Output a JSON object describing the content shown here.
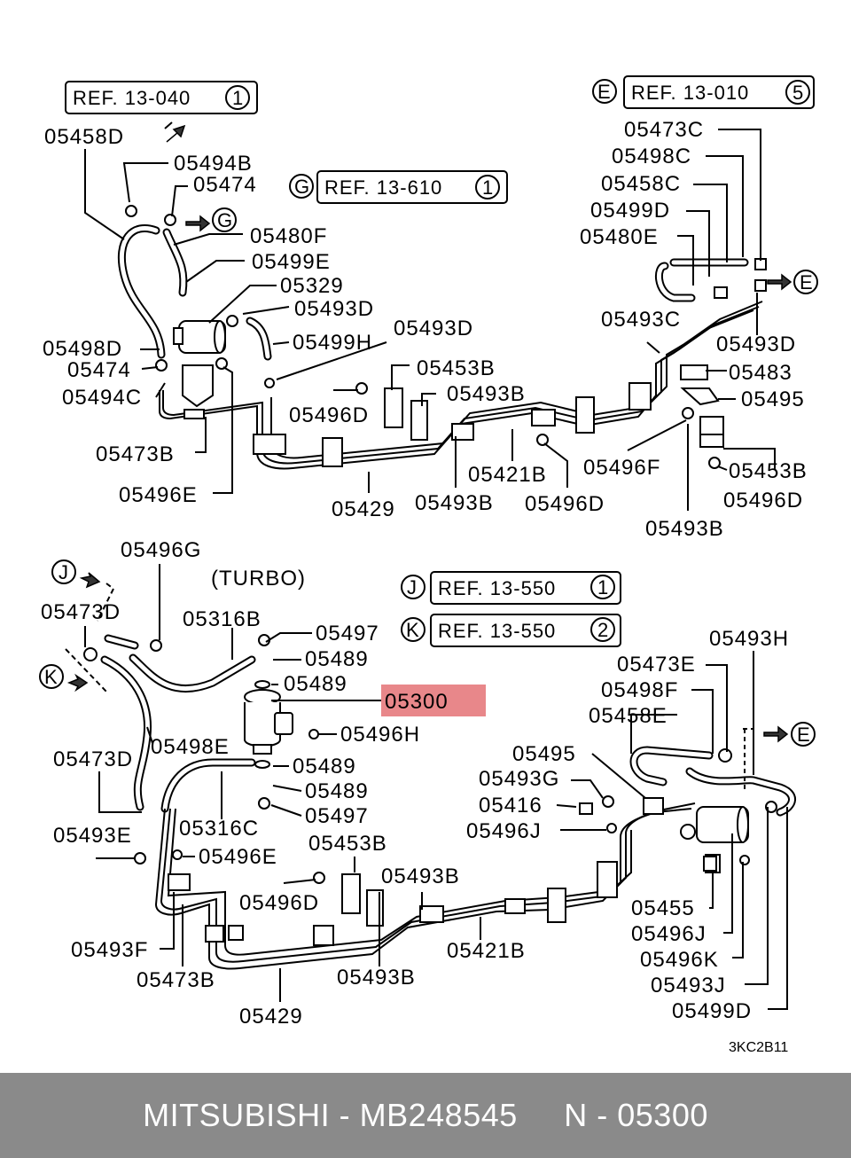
{
  "refs": {
    "r1": {
      "box": "REF. 13-040",
      "num": "1",
      "letter": ""
    },
    "r2": {
      "box": "REF. 13-010",
      "num": "5",
      "letter": "E"
    },
    "r3": {
      "box": "REF. 13-610",
      "num": "1",
      "letter": "G"
    },
    "r4": {
      "box": "REF. 13-550",
      "num": "1",
      "letter": "J"
    },
    "r5": {
      "box": "REF. 13-550",
      "num": "2",
      "letter": "K"
    }
  },
  "markers": {
    "g": "G",
    "e1": "E",
    "e2": "E",
    "j": "J",
    "k": "K"
  },
  "variant": "(TURBO)",
  "highlight": {
    "label": "05300",
    "color": "#e8878a"
  },
  "top_labels": {
    "l1": "05458D",
    "l2": "05494B",
    "l3": "05474",
    "l4": "05480F",
    "l5": "05499E",
    "l6": "05329",
    "l7": "05493D",
    "l8": "05499H",
    "l9": "05493D",
    "l10": "05498D",
    "l11": "05474",
    "l12": "05494C",
    "l13": "05453B",
    "l14": "05493B",
    "l15": "05496D",
    "l16": "05473B",
    "l17": "05496E",
    "l18": "05429",
    "l19": "05493B",
    "l20": "05421B",
    "l21": "05496D",
    "l22": "05473C",
    "l23": "05498C",
    "l24": "05458C",
    "l25": "05499D",
    "l26": "05480E",
    "l27": "05493C",
    "l28": "05493D",
    "l29": "05483",
    "l30": "05495",
    "l31": "05496F",
    "l32": "05453B",
    "l33": "05496D",
    "l34": "05493B"
  },
  "bottom_labels": {
    "b1": "05496G",
    "b2": "05473D",
    "b3": "05316B",
    "b4": "05497",
    "b5": "05489",
    "b6": "05489",
    "b7": "05496H",
    "b8": "05498E",
    "b9": "05473D",
    "b10": "05489",
    "b11": "05489",
    "b12": "05497",
    "b13": "05316C",
    "b14": "05493E",
    "b15": "05496E",
    "b16": "05453B",
    "b17": "05496D",
    "b18": "05493B",
    "b19": "05493F",
    "b20": "05473B",
    "b21": "05429",
    "b22": "05493B",
    "b23": "05421B",
    "b24": "05493H",
    "b25": "05473E",
    "b26": "05498F",
    "b27": "05458E",
    "b28": "05495",
    "b29": "05493G",
    "b30": "05416",
    "b31": "05496J",
    "b32": "05455",
    "b33": "05496J",
    "b34": "05496K",
    "b35": "05493J",
    "b36": "05499D"
  },
  "figure_code": "3KC2B11",
  "footer": "MITSUBISHI - MB248545     N - 05300"
}
